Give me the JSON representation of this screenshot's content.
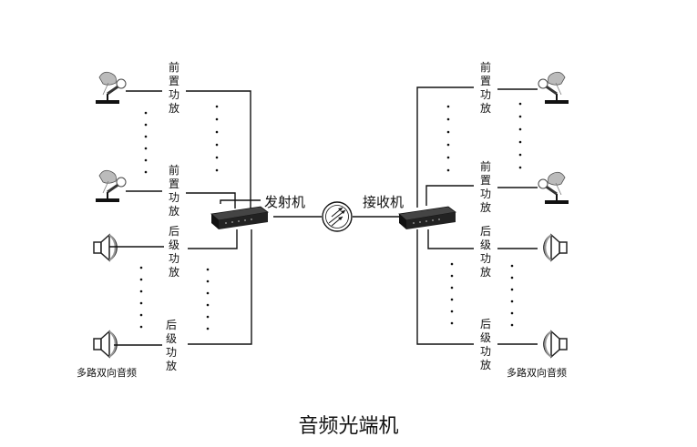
{
  "diagram": {
    "caption": "音频光端机",
    "transmitter_label": "发射机",
    "receiver_label": "接收机",
    "preamp_label": "前置功放",
    "postamp_label": "后级功放",
    "bidirectional_audio_left": "多路双向音频",
    "bidirectional_audio_right": "多路双向音频",
    "icons": [
      "microphone-icon",
      "speaker-icon",
      "fiber-transceiver-icon",
      "optical-link-icon"
    ]
  }
}
